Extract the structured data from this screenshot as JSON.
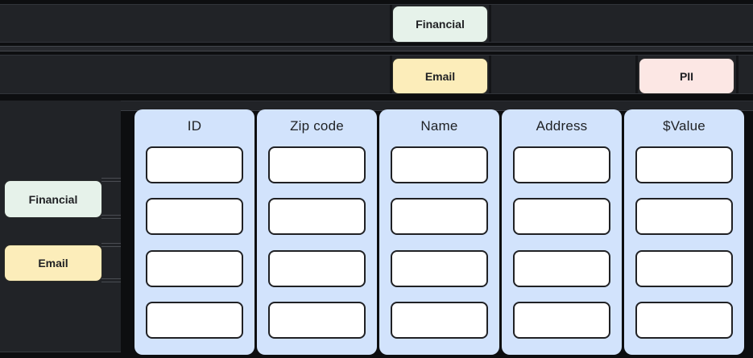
{
  "palette": {
    "background": "#0d0e10",
    "bar": "#212327",
    "bar_edge": "#31343a",
    "lane": "#27292e",
    "lane_edge": "#43464c",
    "panel": "#212327",
    "divider": "#4a4d53",
    "slot": "#141518",
    "column_bg": "#d2e3fc",
    "cell_bg": "#ffffff",
    "cell_border": "#202124",
    "text_dark": "#202124",
    "tag_green": "#e6f2ea",
    "tag_yellow": "#fcedba",
    "tag_pink": "#fce7e4"
  },
  "top_section": {
    "row1_tags": [
      {
        "label": "Financial",
        "type": "financial"
      }
    ],
    "row2_tags": [
      {
        "label": "Email",
        "type": "email"
      },
      {
        "label": "PII",
        "type": "pii"
      }
    ]
  },
  "side_panel": {
    "tags": [
      {
        "label": "Financial",
        "type": "financial"
      },
      {
        "label": "Email",
        "type": "email"
      }
    ]
  },
  "table": {
    "columns": [
      {
        "header": "ID"
      },
      {
        "header": "Zip code"
      },
      {
        "header": "Name"
      },
      {
        "header": "Address"
      },
      {
        "header": "$Value"
      }
    ],
    "rows_per_column": 4
  }
}
